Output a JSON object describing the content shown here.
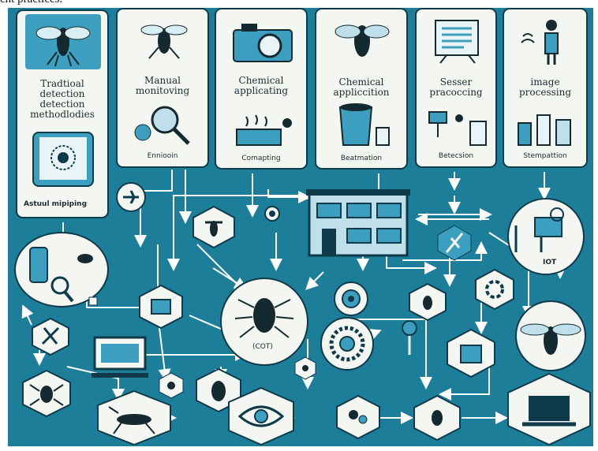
{
  "caption": "ent practices.",
  "panels": {
    "traditional": {
      "title": "Tradtioal detection detection methodlodies",
      "footer": "Astuul mipiping"
    },
    "manual": {
      "title": "Manual monitoving",
      "footer": "Enniooin"
    },
    "chemical1": {
      "title": "Chemical applicating",
      "footer": "Comapting"
    },
    "chemical2": {
      "title": "Chemical appliccition",
      "footer": "Beatmation"
    },
    "sensor": {
      "title": "Sesser pracoccing",
      "footer": "Betecsion"
    },
    "image": {
      "title": "image processing",
      "footer": "Stempattion"
    }
  },
  "nodes": {
    "center_label": "(COT)",
    "iot_label": "IOT"
  },
  "colors": {
    "background": "#1d7e9a",
    "panel": "#f4f6f1",
    "outline": "#0e3a4a",
    "accent": "#3c9fc0"
  }
}
